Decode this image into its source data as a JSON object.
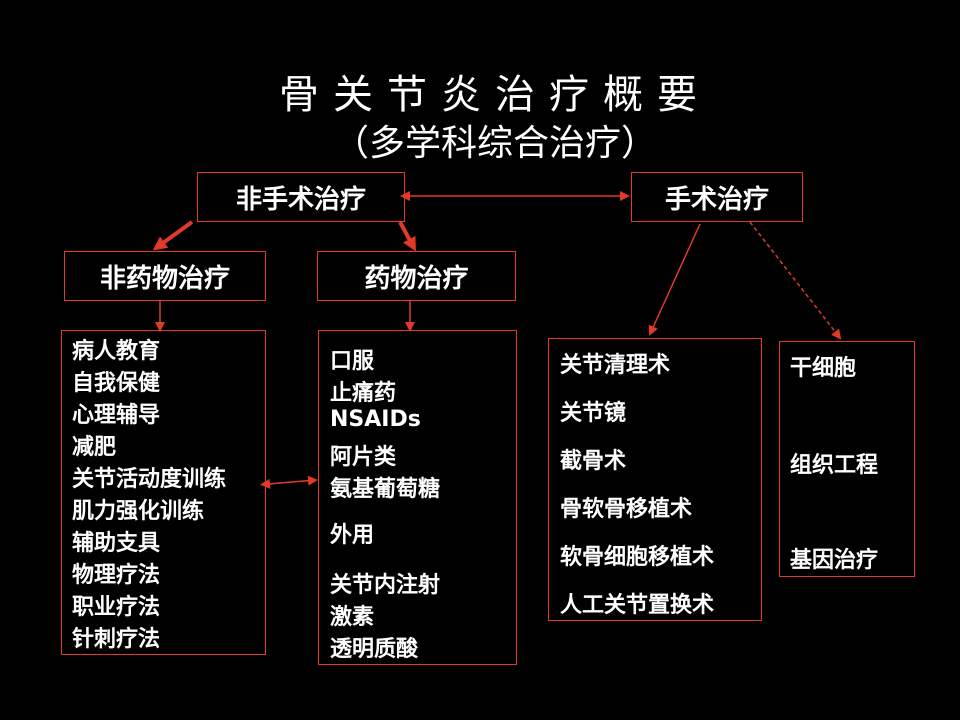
{
  "title": "骨关节炎治疗概要",
  "subtitle": "（多学科综合治疗）",
  "nodes": {
    "non_surgical": "非手术治疗",
    "surgical": "手术治疗",
    "non_drug": "非药物治疗",
    "drug": "药物治疗"
  },
  "non_drug_items": [
    "病人教育",
    "自我保健",
    "心理辅导",
    "减肥",
    "关节活动度训练",
    "肌力强化训练",
    "辅助支具",
    "物理疗法",
    "职业疗法",
    "针刺疗法"
  ],
  "drug_items": [
    "口服",
    "止痛药",
    "NSAIDs",
    "阿片类",
    "氨基葡萄糖",
    "外用",
    "关节内注射",
    "激素",
    "透明质酸"
  ],
  "surgery_items": [
    "关节清理术",
    "关节镜",
    "截骨术",
    "骨软骨移植术",
    "软骨细胞移植术",
    "人工关节置换术"
  ],
  "future_items": [
    "干细胞",
    "组织工程",
    "基因治疗"
  ],
  "colors": {
    "background": "#000000",
    "line": "#e23a2a",
    "text": "#ffffff"
  }
}
